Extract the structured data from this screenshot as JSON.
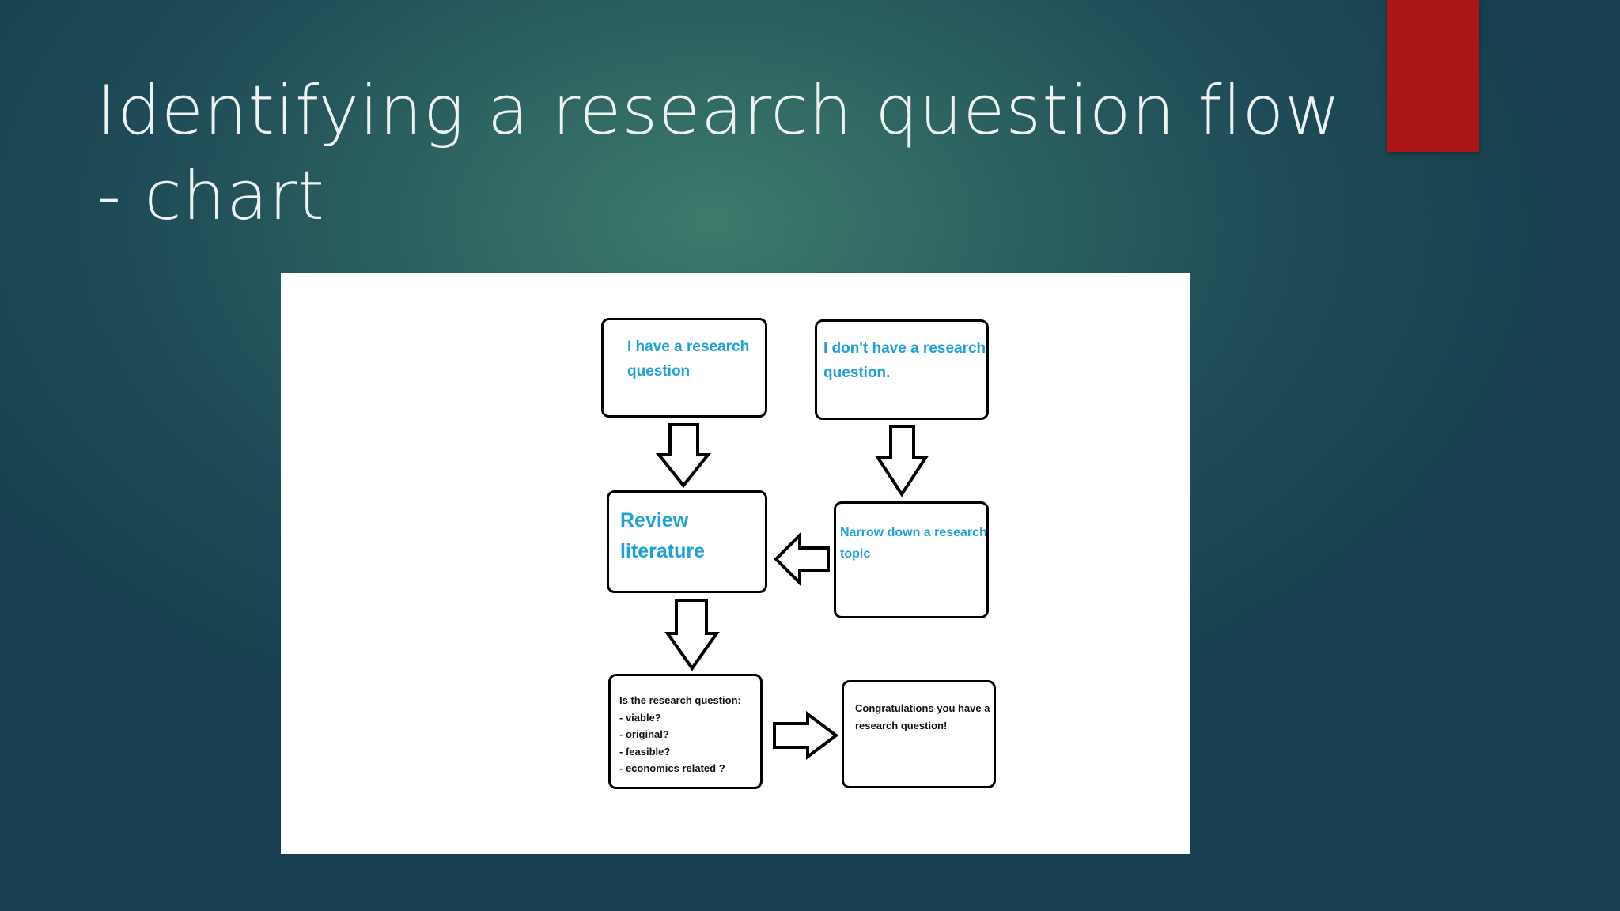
{
  "slide": {
    "title_line1": "Identifying a research question flow",
    "title_line2": "- chart",
    "accent_color": "#ad1616",
    "title_color": "#eef3f1"
  },
  "flowchart": {
    "text_color": "#1fa0d8",
    "nodes": {
      "have_question": {
        "line1": "I have a research",
        "line2": "question"
      },
      "no_question": {
        "line1": "I don't have a research",
        "line2": "question."
      },
      "review_literature": {
        "line1": "Review",
        "line2": "literature"
      },
      "narrow_topic": {
        "line1": "Narrow down a research",
        "line2": "topic"
      },
      "checklist": {
        "heading": "Is the research question:",
        "items": [
          "- viable?",
          "- original?",
          "- feasible?",
          "- economics related ?"
        ]
      },
      "congratulations": {
        "line1": "Congratulations you have a",
        "line2": "research question!"
      }
    },
    "edges": [
      {
        "from": "I have a research question",
        "to": "Review literature",
        "direction": "down"
      },
      {
        "from": "I don't have a research question.",
        "to": "Narrow down a research topic",
        "direction": "down"
      },
      {
        "from": "Narrow down a research topic",
        "to": "Review literature",
        "direction": "left"
      },
      {
        "from": "Review literature",
        "to": "Is the research question:",
        "direction": "down"
      },
      {
        "from": "Is the research question:",
        "to": "Congratulations you have a research question!",
        "direction": "right"
      }
    ]
  }
}
